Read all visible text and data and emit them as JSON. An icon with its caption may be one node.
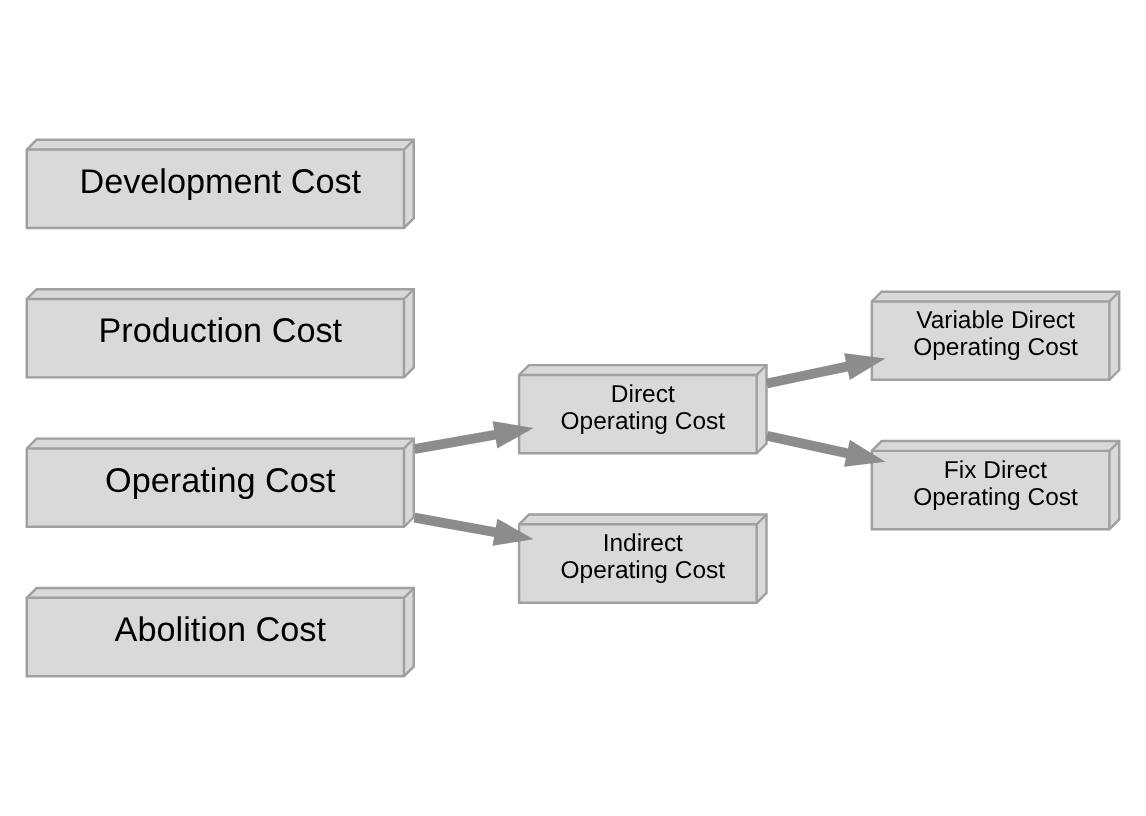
{
  "diagram": {
    "nodes": [
      {
        "text": [
          "Development Cost"
        ]
      },
      {
        "text": [
          "Production Cost"
        ]
      },
      {
        "text": [
          "Operating Cost"
        ]
      },
      {
        "text": [
          "Abolition Cost"
        ]
      },
      {
        "text": [
          "Direct Operating Cost"
        ]
      },
      {
        "text": [
          "Indirect Operating Cost"
        ]
      },
      {
        "text": [
          "Variable Direct Operating Cost"
        ]
      },
      {
        "text": [
          "Fix Direct Operating Cost"
        ]
      }
    ],
    "edges": [
      {
        "from": 2,
        "to": 4,
        "arrow": "to"
      },
      {
        "from": 2,
        "to": 5,
        "arrow": "to"
      },
      {
        "from": 4,
        "to": 6,
        "arrow": "to"
      },
      {
        "from": 4,
        "to": 7,
        "arrow": "to"
      }
    ]
  }
}
